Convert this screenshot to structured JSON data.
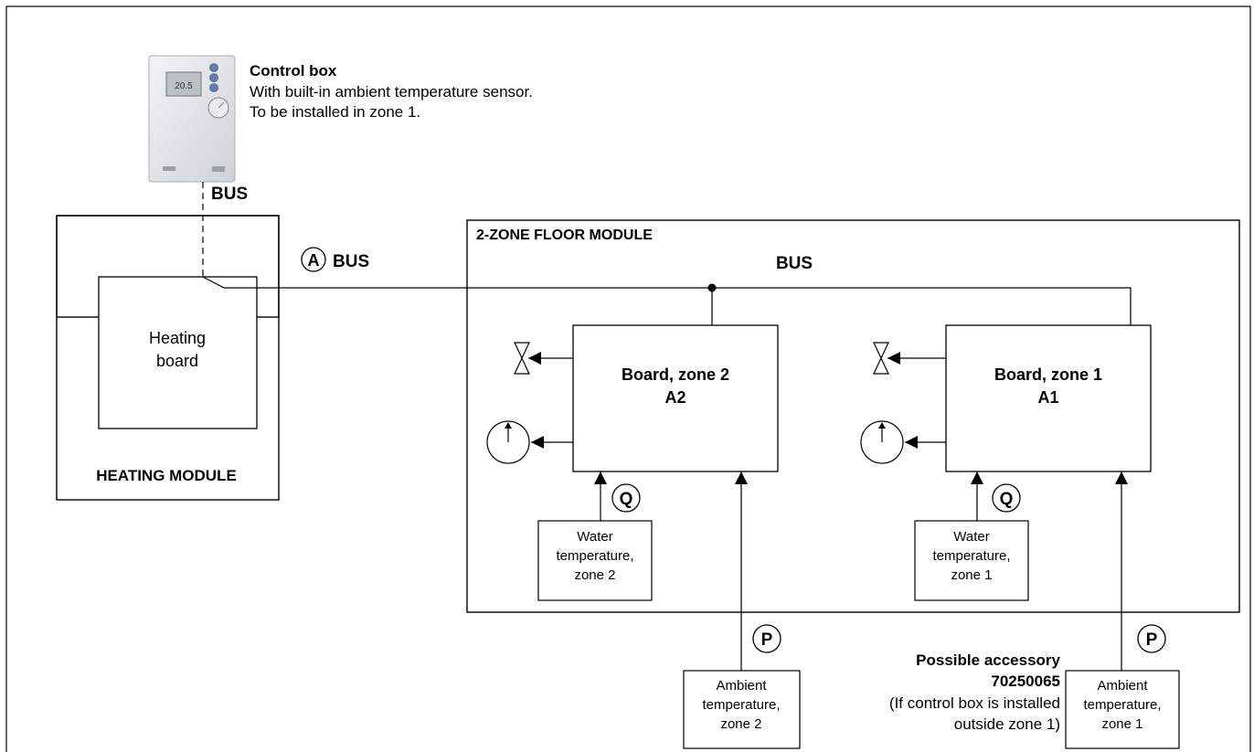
{
  "control_box": {
    "title": "Control box",
    "line1": "With built-in ambient temperature sensor.",
    "line2": "To be installed in zone 1."
  },
  "bus_labels": {
    "vertical": "BUS",
    "main": "BUS",
    "floor": "BUS",
    "circle_a": "A"
  },
  "heating_module": {
    "title": "HEATING MODULE",
    "board_line1": "Heating",
    "board_line2": "board"
  },
  "floor_module": {
    "title": "2-ZONE FLOOR MODULE",
    "board_zone2_line1": "Board, zone 2",
    "board_zone2_line2": "A2",
    "board_zone1_line1": "Board, zone 1",
    "board_zone1_line2": "A1",
    "water_zone2": [
      "Water",
      "temperature,",
      "zone 2"
    ],
    "water_zone1": [
      "Water",
      "temperature,",
      "zone 1"
    ],
    "circle_q": "Q"
  },
  "ambient": {
    "zone2": [
      "Ambient",
      "temperature,",
      "zone 2"
    ],
    "zone1": [
      "Ambient",
      "temperature,",
      "zone 1"
    ],
    "circle_p": "P"
  },
  "accessory": {
    "title1": "Possible accessory",
    "title2": "70250065",
    "note1": "(If control box is installed",
    "note2": "outside zone 1)"
  },
  "thermostat_display": "20.5"
}
